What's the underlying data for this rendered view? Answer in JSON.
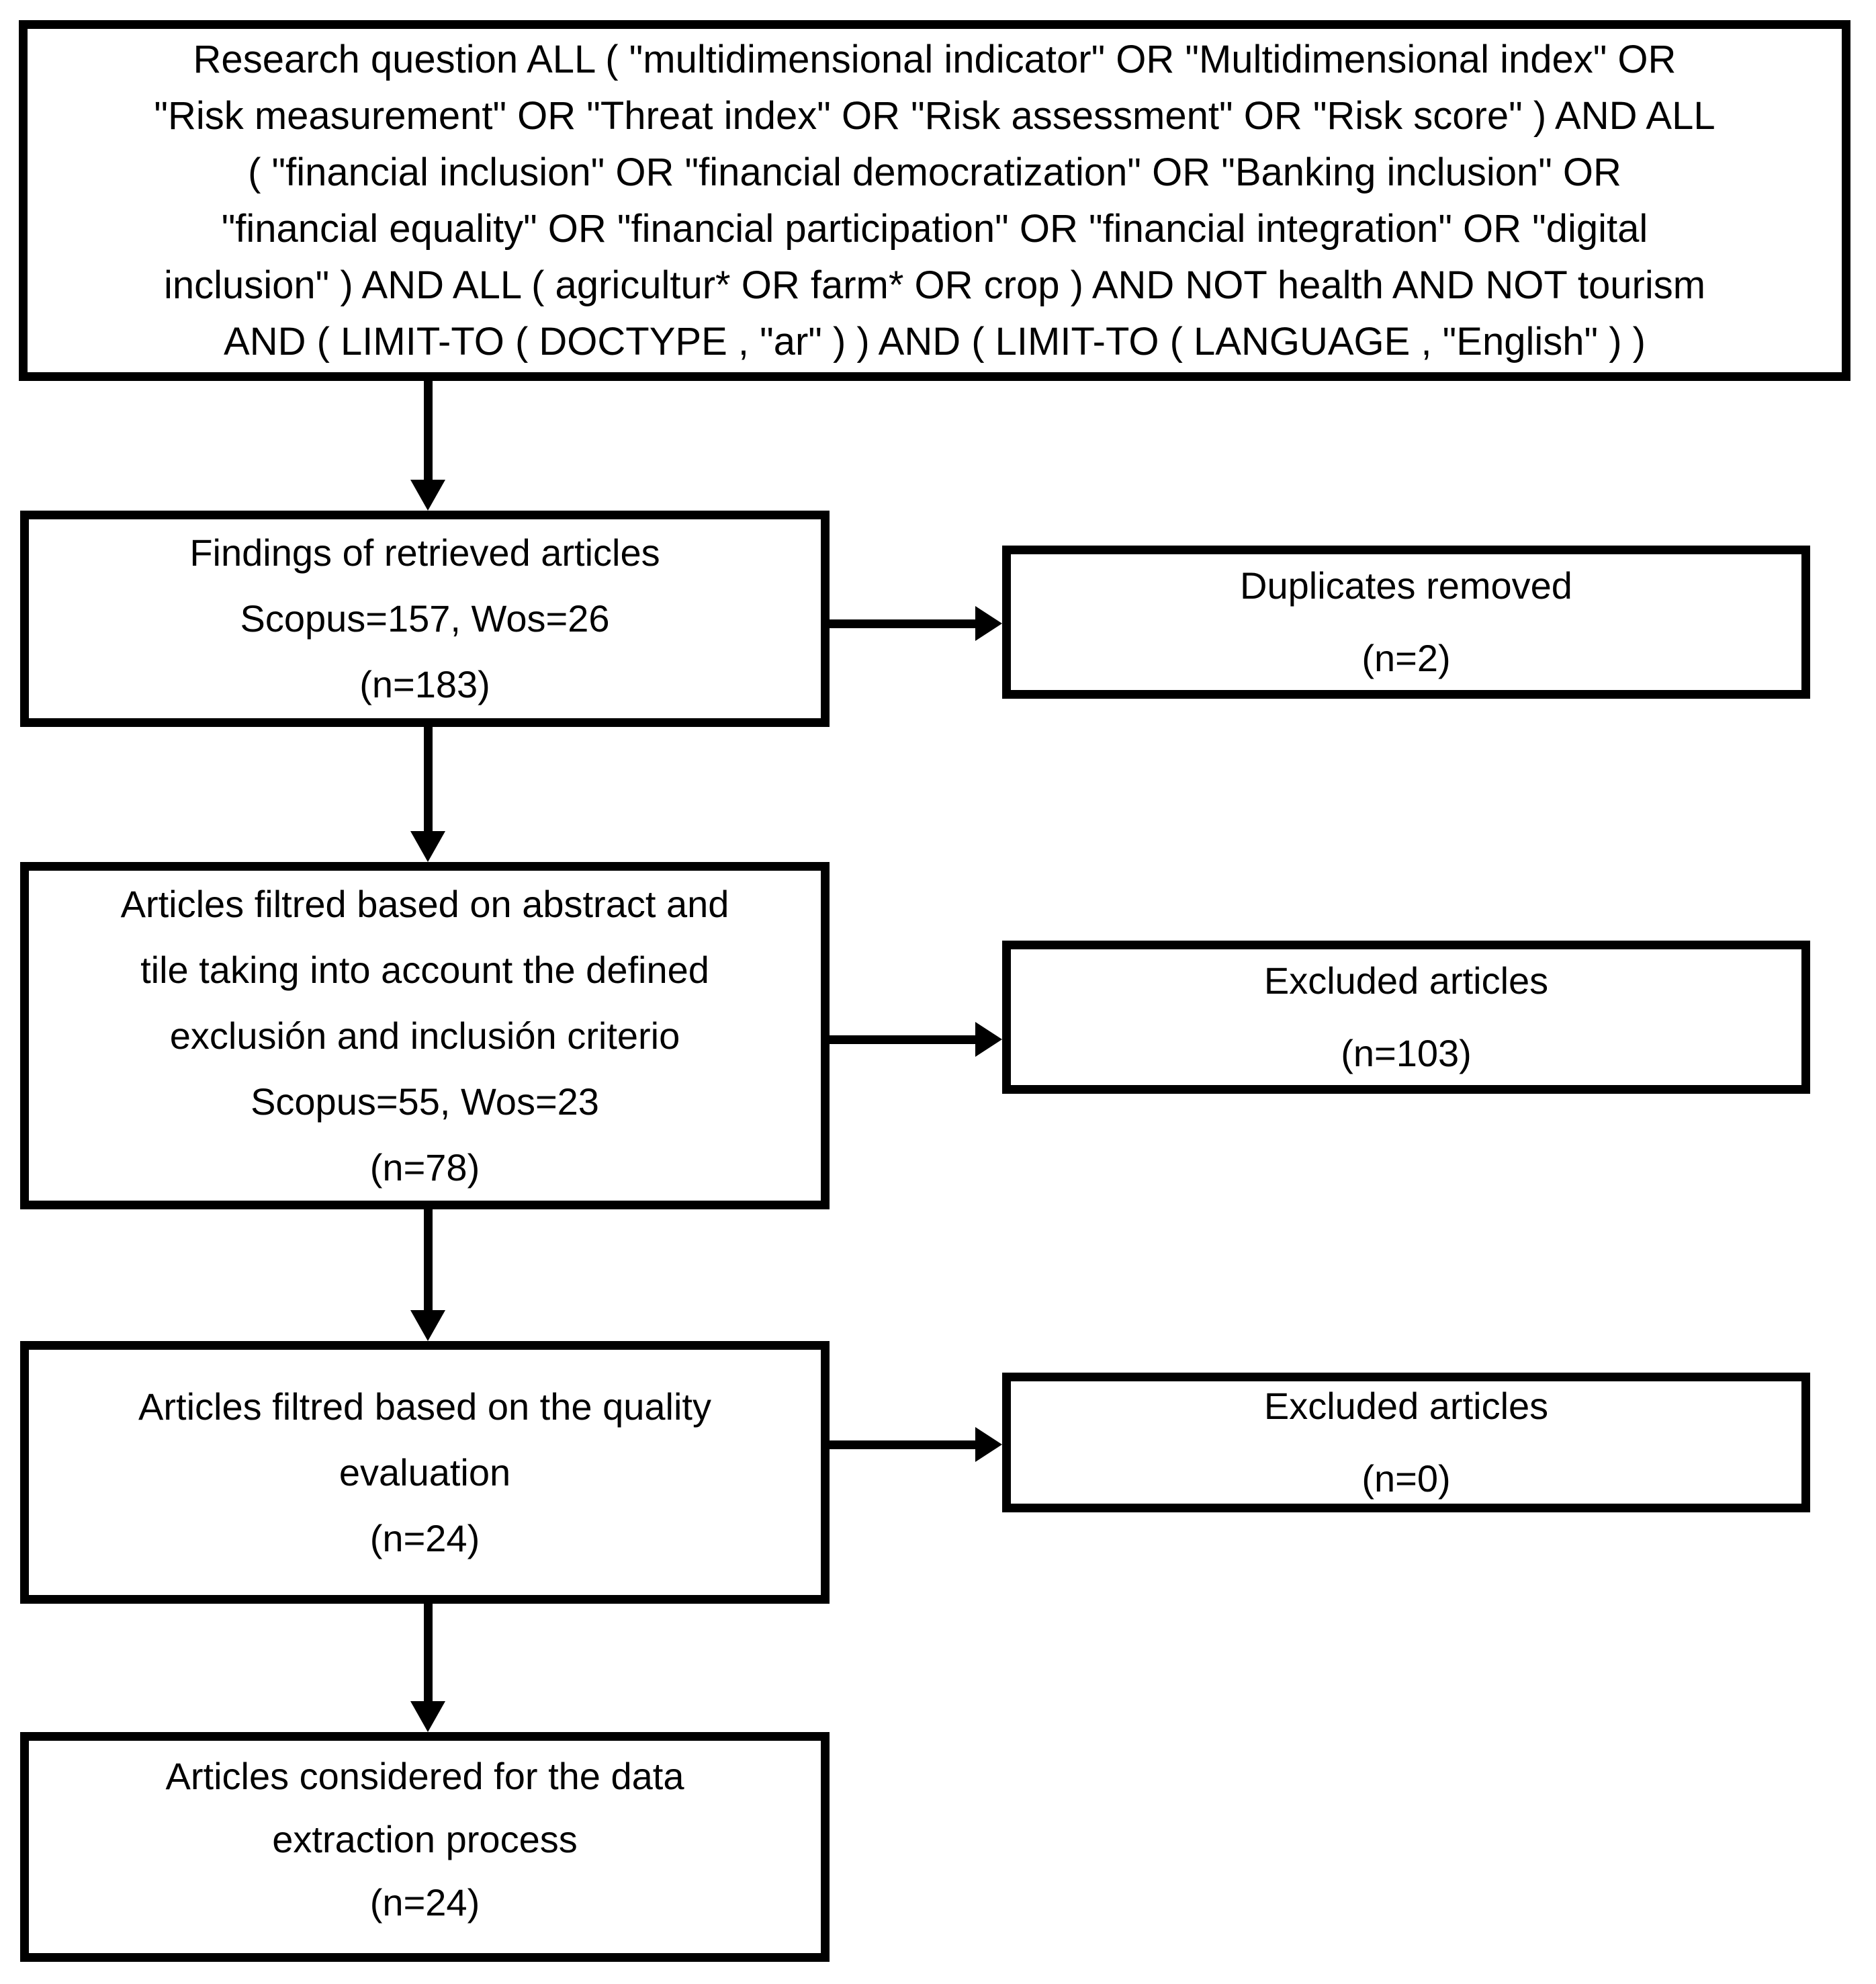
{
  "colors": {
    "background": "#ffffff",
    "line": "#000000",
    "text": "#000000"
  },
  "query_box": {
    "lines": [
      "Research question ALL ( \"multidimensional indicator\" OR \"Multidimensional index\" OR",
      "\"Risk measurement\" OR \"Threat index\" OR \"Risk assessment\" OR \"Risk score\" ) AND ALL",
      "( \"financial inclusion\" OR \"financial democratization\" OR \"Banking inclusion\" OR",
      "\"financial equality\" OR \"financial participation\" OR \"financial integration\" OR \"digital",
      "inclusion\" ) AND ALL ( agricultur* OR farm* OR crop ) AND NOT health AND NOT tourism",
      "AND ( LIMIT-TO ( DOCTYPE , \"ar\" ) ) AND ( LIMIT-TO ( LANGUAGE , \"English\" ) )"
    ]
  },
  "steps": {
    "retrieved": {
      "lines": [
        "Findings of retrieved articles",
        "Scopus=157, Wos=26",
        "(n=183)"
      ]
    },
    "abstract_filter": {
      "lines": [
        "Articles filtred based on abstract and",
        "tile taking into account the defined",
        "exclusión and inclusión criterio",
        "Scopus=55, Wos=23",
        "(n=78)"
      ]
    },
    "quality_filter": {
      "lines": [
        "Articles filtred based on the quality",
        "evaluation",
        "(n=24)"
      ]
    },
    "data_extraction": {
      "lines": [
        "Articles considered for the data",
        "extraction process",
        "(n=24)"
      ]
    }
  },
  "exclusions": {
    "duplicates": {
      "lines": [
        "Duplicates removed",
        "(n=2)"
      ]
    },
    "excluded_abstract": {
      "lines": [
        "Excluded articles",
        "(n=103)"
      ]
    },
    "excluded_quality": {
      "lines": [
        "Excluded articles",
        "(n=0)"
      ]
    }
  }
}
